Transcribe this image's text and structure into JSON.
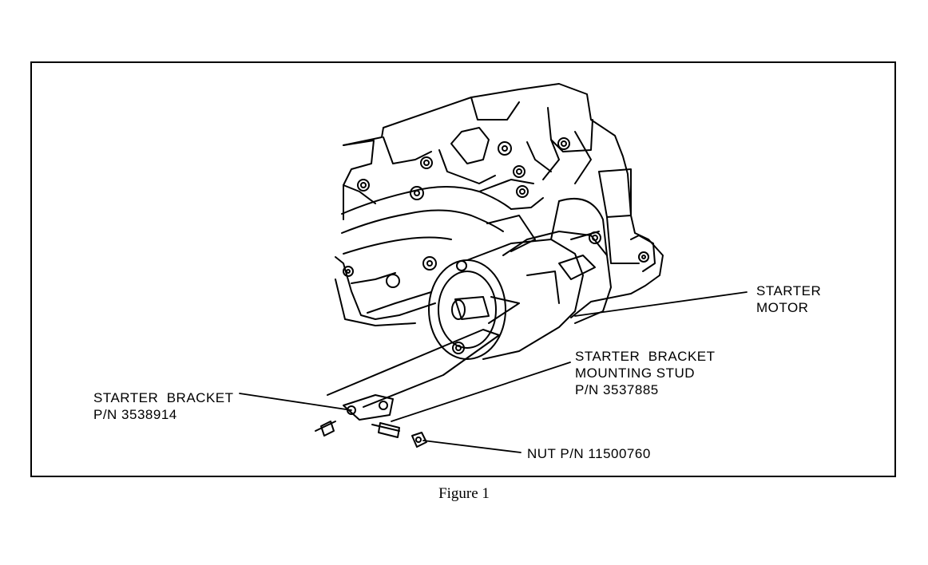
{
  "labels": {
    "starter_motor": "STARTER\nMOTOR",
    "starter_bracket_stud": "STARTER  BRACKET\nMOUNTING STUD\nP/N 3537885",
    "starter_bracket": "STARTER  BRACKET\nP/N 3538914",
    "nut": "NUT P/N 11500760"
  },
  "caption": "Figure 1"
}
